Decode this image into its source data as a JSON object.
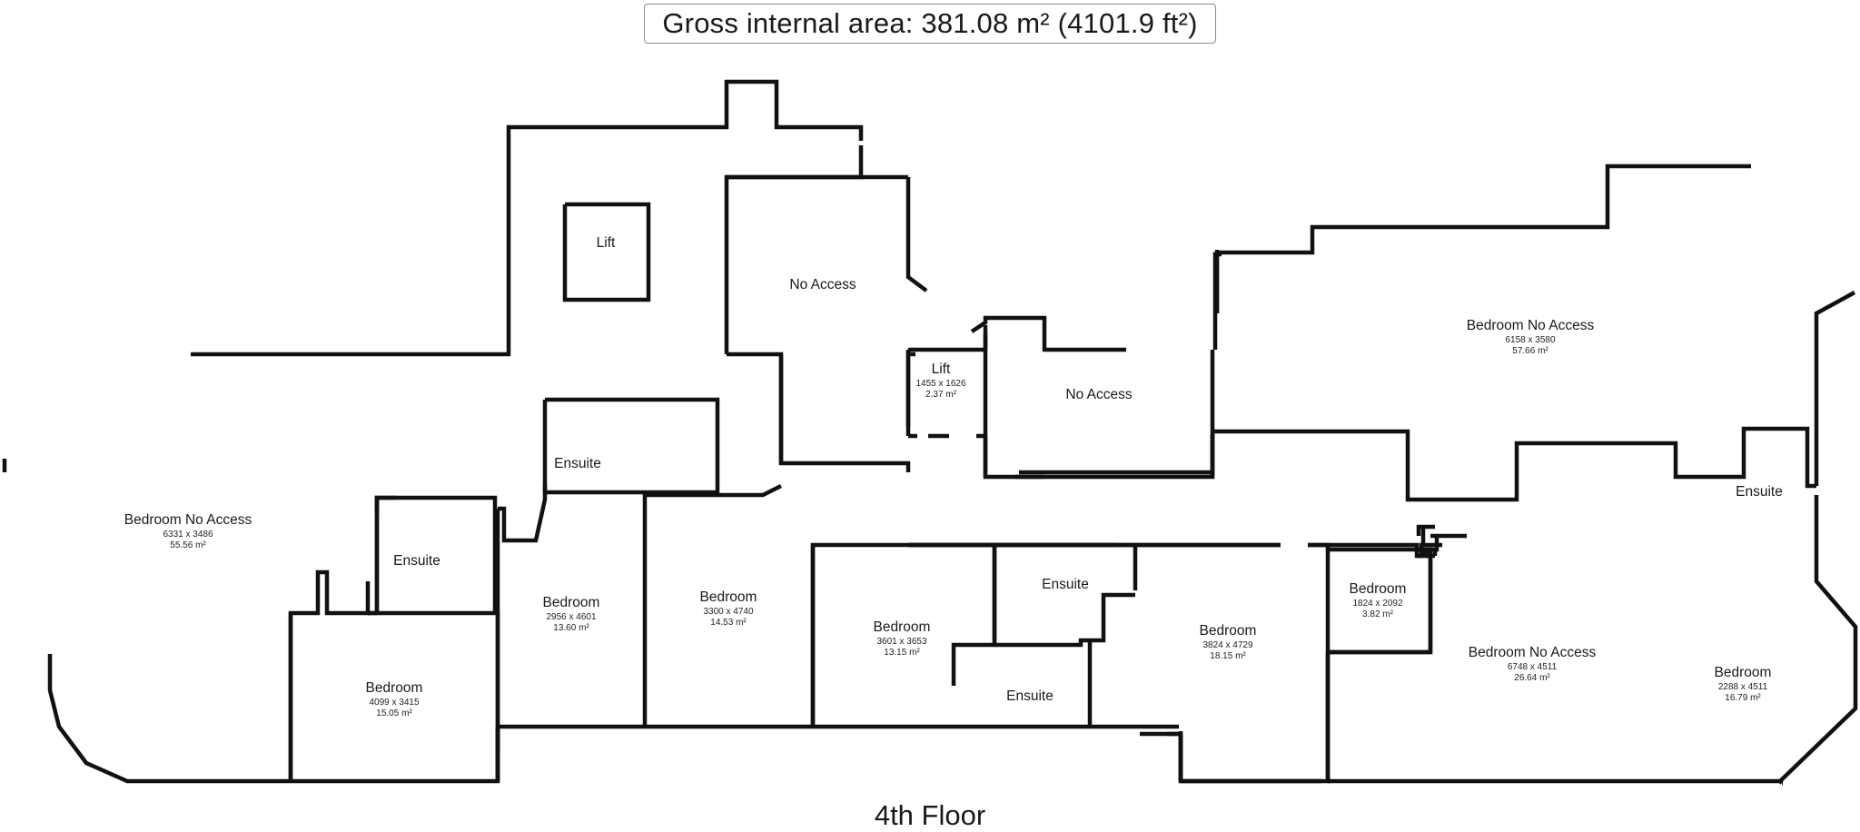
{
  "header": {
    "gross_area": "Gross internal area: 381.08 m² (4101.9 ft²)"
  },
  "floor": {
    "label": "4th Floor"
  },
  "colors": {
    "wall": "#111111",
    "window": "#9a9a9a",
    "fixture": "#444444"
  },
  "rooms": {
    "bedroom_na_left": {
      "name": "Bedroom No Access",
      "dim": "6331 x 3486",
      "area": "55.56 m²"
    },
    "ensuite_1": {
      "name": "Ensuite"
    },
    "bedroom_1": {
      "name": "Bedroom",
      "dim": "4099 x 3415",
      "area": "15.05 m²"
    },
    "ensuite_2": {
      "name": "Ensuite"
    },
    "bedroom_2": {
      "name": "Bedroom",
      "dim": "2956 x 4601",
      "area": "13.60 m²"
    },
    "bedroom_3": {
      "name": "Bedroom",
      "dim": "3300 x 4740",
      "area": "14.53 m²"
    },
    "lift_1": {
      "name": "Lift"
    },
    "no_access_1": {
      "name": "No Access"
    },
    "lift_2": {
      "name": "Lift",
      "dim": "1455 x 1626",
      "area": "2.37 m²"
    },
    "no_access_2": {
      "name": "No Access"
    },
    "bedroom_4": {
      "name": "Bedroom",
      "dim": "3601 x 3653",
      "area": "13.15 m²"
    },
    "ensuite_3": {
      "name": "Ensuite"
    },
    "ensuite_4": {
      "name": "Ensuite"
    },
    "bedroom_5": {
      "name": "Bedroom",
      "dim": "3824 x 4729",
      "area": "18.15 m²"
    },
    "bedroom_6": {
      "name": "Bedroom",
      "dim": "1824 x 2092",
      "area": "3.82 m²"
    },
    "bedroom_na_mid": {
      "name": "Bedroom No Access",
      "dim": "6748 x 4511",
      "area": "26.64 m²"
    },
    "bedroom_7": {
      "name": "Bedroom",
      "dim": "2288 x 4511",
      "area": "16.79 m²"
    },
    "bedroom_na_right": {
      "name": "Bedroom No Access",
      "dim": "6158 x 3580",
      "area": "57.66 m²"
    },
    "ensuite_5": {
      "name": "Ensuite"
    }
  }
}
